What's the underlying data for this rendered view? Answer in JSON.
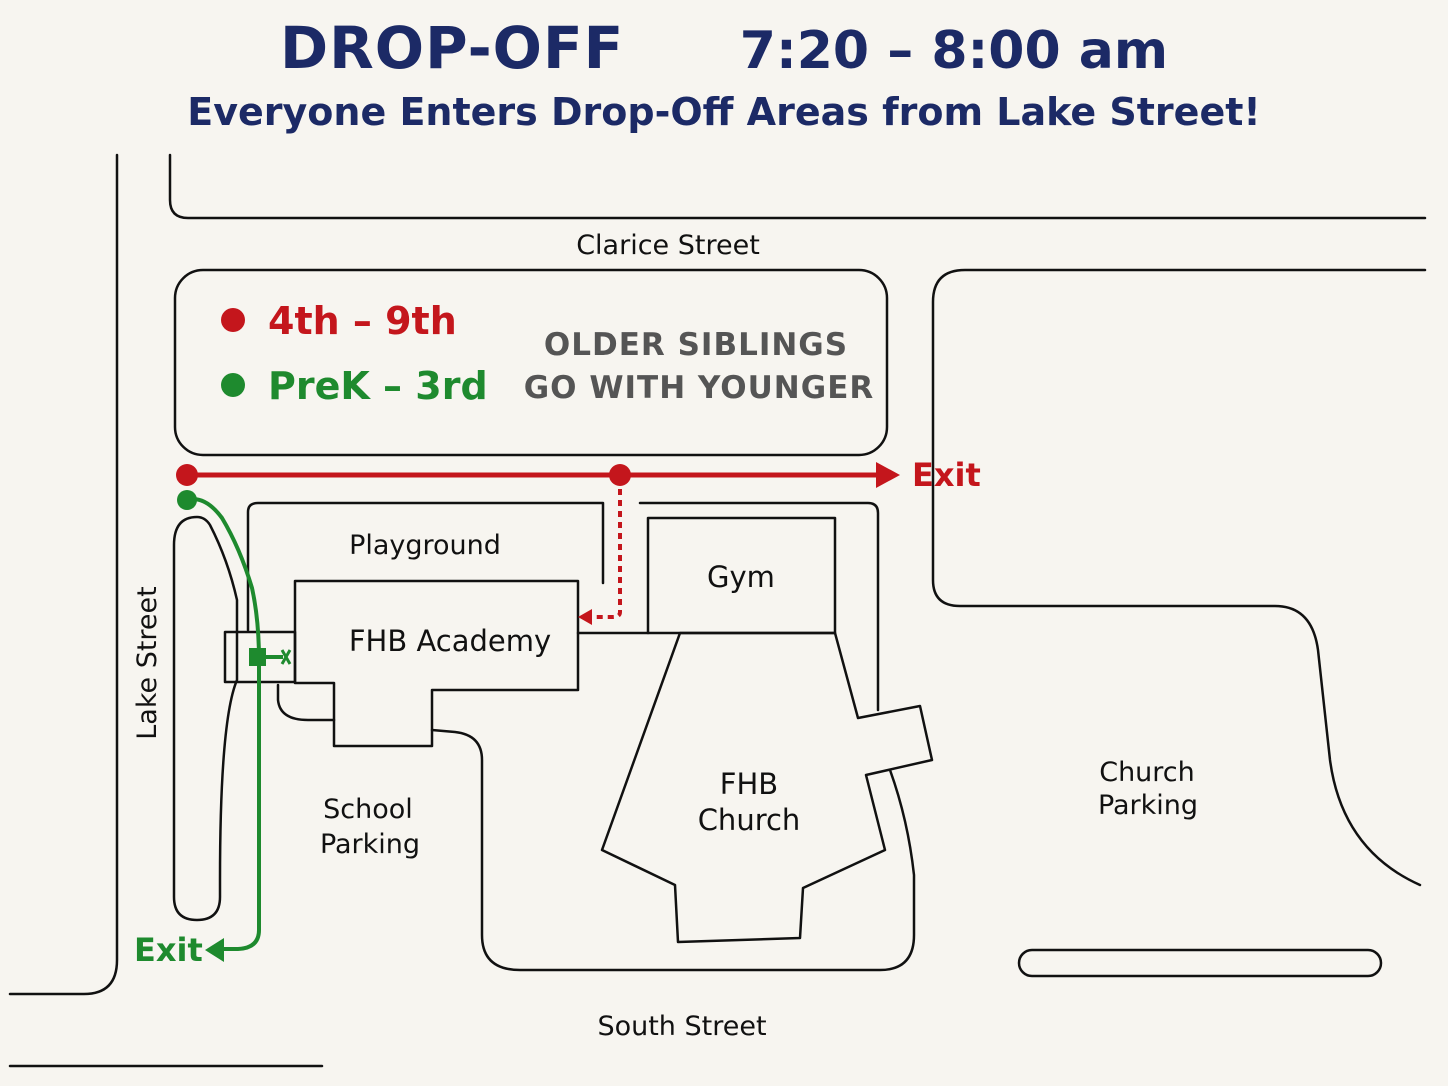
{
  "header": {
    "title": "DROP-OFF",
    "time": "7:20 – 8:00 am",
    "subtitle": "Everyone Enters Drop-Off Areas from Lake Street!"
  },
  "streets": {
    "north": "Clarice Street",
    "west": "Lake Street",
    "south": "South Street"
  },
  "legend": [
    {
      "label": "4th – 9th",
      "color": "#c4161c"
    },
    {
      "label": "PreK – 3rd",
      "color": "#1e8a2e"
    }
  ],
  "note": {
    "line1": "OLDER SIBLINGS",
    "line2": "GO WITH YOUNGER"
  },
  "areas": {
    "playground": "Playground",
    "academy": "FHB Academy",
    "gym": "Gym",
    "church_line1": "FHB",
    "church_line2": "Church",
    "school_parking_line1": "School",
    "school_parking_line2": "Parking",
    "church_parking_line1": "Church",
    "church_parking_line2": "Parking"
  },
  "routes": {
    "older_exit": "Exit",
    "younger_exit": "Exit"
  },
  "colors": {
    "older_route": "#c4161c",
    "younger_route": "#1e8a2e",
    "header": "#1c2a66",
    "background": "#f7f5f0"
  }
}
